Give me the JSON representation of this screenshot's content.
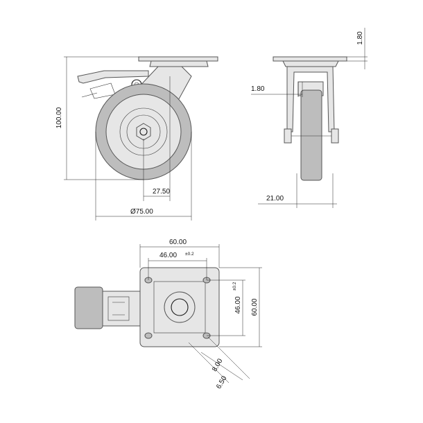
{
  "side_view": {
    "height": "100.00",
    "wheel_diameter": "Ø75.00",
    "offset": "27.50"
  },
  "front_view": {
    "plate_thickness": "1.80",
    "fork_thickness": "1.80",
    "wheel_width": "21.00"
  },
  "top_view": {
    "plate_width": "60.00",
    "hole_spacing_x": "46.00",
    "hole_spacing_x_tol": "±0.2",
    "hole_spacing_y": "46.00",
    "hole_spacing_y_tol": "±0.2",
    "plate_height": "60.00",
    "slot_length": "8.00",
    "slot_width": "6.50"
  }
}
